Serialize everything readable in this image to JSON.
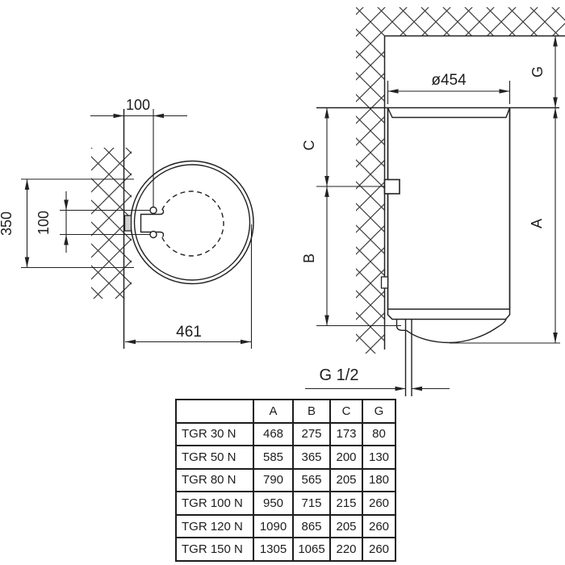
{
  "colors": {
    "ink": "#222222",
    "paper": "#ffffff"
  },
  "drawing": {
    "plan": {
      "bracket_offset": "100",
      "mount_height": "350",
      "hole_spacing": "100",
      "depth": "461"
    },
    "elevation": {
      "diameter": "ø454",
      "thread": "G 1/2",
      "letters": {
        "a": "A",
        "b": "B",
        "c": "C",
        "g": "G"
      }
    }
  },
  "table": {
    "headers": [
      "A",
      "B",
      "C",
      "G"
    ],
    "rows": [
      {
        "model": "TGR 30 N",
        "a": "468",
        "b": "275",
        "c": "173",
        "g": "80"
      },
      {
        "model": "TGR 50 N",
        "a": "585",
        "b": "365",
        "c": "200",
        "g": "130"
      },
      {
        "model": "TGR 80 N",
        "a": "790",
        "b": "565",
        "c": "205",
        "g": "180"
      },
      {
        "model": "TGR 100 N",
        "a": "950",
        "b": "715",
        "c": "215",
        "g": "260"
      },
      {
        "model": "TGR 120 N",
        "a": "1090",
        "b": "865",
        "c": "205",
        "g": "260"
      },
      {
        "model": "TGR 150 N",
        "a": "1305",
        "b": "1065",
        "c": "220",
        "g": "260"
      }
    ]
  }
}
